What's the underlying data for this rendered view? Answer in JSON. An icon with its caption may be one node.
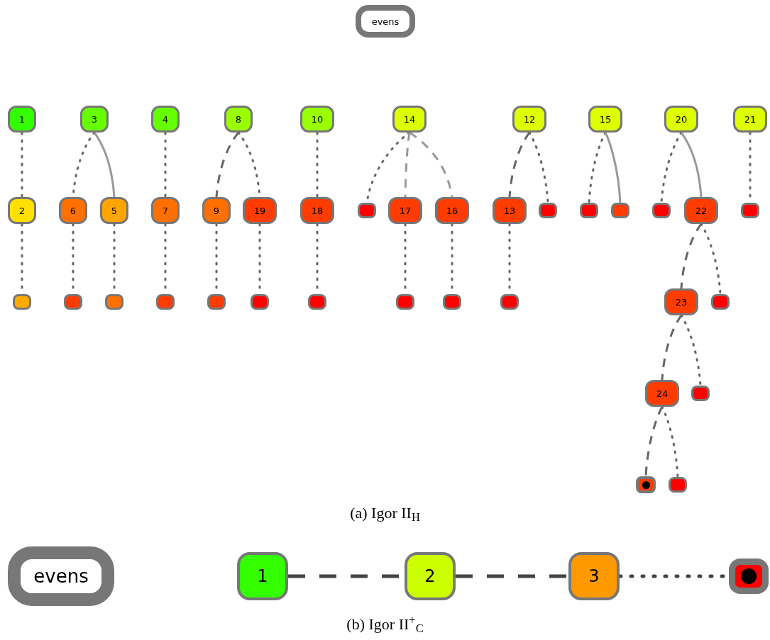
{
  "diagram": {
    "nodes": [
      {
        "text": [
          "evens"
        ]
      },
      {
        "text": [
          "1"
        ]
      },
      {
        "text": [
          "3"
        ]
      },
      {
        "text": [
          "4"
        ]
      },
      {
        "text": [
          "8"
        ]
      },
      {
        "text": [
          "10"
        ]
      },
      {
        "text": [
          "14"
        ]
      },
      {
        "text": [
          "12"
        ]
      },
      {
        "text": [
          "15"
        ]
      },
      {
        "text": [
          "20"
        ]
      },
      {
        "text": [
          "21"
        ]
      },
      {
        "text": [
          "2"
        ]
      },
      {
        "text": [
          "6"
        ]
      },
      {
        "text": [
          "5"
        ]
      },
      {
        "text": [
          "7"
        ]
      },
      {
        "text": [
          "9"
        ]
      },
      {
        "text": [
          "19"
        ]
      },
      {
        "text": [
          "18"
        ]
      },
      {
        "text": [],
        "shape": "box"
      },
      {
        "text": [
          "17"
        ]
      },
      {
        "text": [
          "16"
        ]
      },
      {
        "text": [
          "13"
        ]
      },
      {
        "text": [],
        "shape": "box"
      },
      {
        "text": [],
        "shape": "box"
      },
      {
        "text": [],
        "shape": "box"
      },
      {
        "text": [],
        "shape": "box"
      },
      {
        "text": [
          "22"
        ]
      },
      {
        "text": [],
        "shape": "box"
      },
      {
        "text": [],
        "shape": "box"
      },
      {
        "text": [],
        "shape": "box"
      },
      {
        "text": [],
        "shape": "box"
      },
      {
        "text": [],
        "shape": "box"
      },
      {
        "text": [],
        "shape": "box"
      },
      {
        "text": [],
        "shape": "box"
      },
      {
        "text": [],
        "shape": "box"
      },
      {
        "text": [],
        "shape": "box"
      },
      {
        "text": [],
        "shape": "box"
      },
      {
        "text": [],
        "shape": "box"
      },
      {
        "text": [
          "23"
        ]
      },
      {
        "text": [],
        "shape": "box"
      },
      {
        "text": [
          "24"
        ]
      },
      {
        "text": [],
        "shape": "box"
      },
      {
        "text": [],
        "shape": "box"
      },
      {
        "text": [],
        "shape": "box"
      },
      {
        "text": [
          "evens"
        ]
      },
      {
        "text": [
          "1"
        ]
      },
      {
        "text": [
          "2"
        ]
      },
      {
        "text": [
          "3"
        ]
      },
      {
        "text": [],
        "shape": "box"
      }
    ],
    "edges": [
      {
        "from": 1,
        "to": 11,
        "arrow": "none",
        "style": "dashed"
      },
      {
        "from": 2,
        "to": 12,
        "arrow": "none",
        "style": "dashed"
      },
      {
        "from": 2,
        "to": 13,
        "arrow": "none",
        "color": "#999999"
      },
      {
        "from": 3,
        "to": 14,
        "arrow": "none",
        "style": "dashed"
      },
      {
        "from": 4,
        "to": 15,
        "arrow": "none",
        "style": "dashed"
      },
      {
        "from": 4,
        "to": 16,
        "arrow": "none",
        "style": "dashed"
      },
      {
        "from": 5,
        "to": 17,
        "arrow": "none",
        "style": "dashed"
      },
      {
        "from": 6,
        "to": 18,
        "arrow": "none",
        "style": "dashed"
      },
      {
        "from": 6,
        "to": 19,
        "arrow": "none",
        "style": "dashed",
        "color": "#999999"
      },
      {
        "from": 6,
        "to": 20,
        "arrow": "none",
        "style": "dashed",
        "color": "#999999"
      },
      {
        "from": 7,
        "to": 21,
        "arrow": "none",
        "style": "dashed"
      },
      {
        "from": 7,
        "to": 22,
        "arrow": "none",
        "style": "dashed"
      },
      {
        "from": 8,
        "to": 23,
        "arrow": "none",
        "style": "dashed"
      },
      {
        "from": 8,
        "to": 24,
        "arrow": "none",
        "color": "#999999"
      },
      {
        "from": 9,
        "to": 25,
        "arrow": "none",
        "style": "dashed"
      },
      {
        "from": 9,
        "to": 26,
        "arrow": "none",
        "color": "#999999"
      },
      {
        "from": 10,
        "to": 27,
        "arrow": "none",
        "style": "dashed"
      },
      {
        "from": 11,
        "to": 28,
        "arrow": "none",
        "style": "dashed"
      },
      {
        "from": 12,
        "to": 29,
        "arrow": "none",
        "style": "dashed"
      },
      {
        "from": 13,
        "to": 30,
        "arrow": "none",
        "style": "dashed"
      },
      {
        "from": 14,
        "to": 31,
        "arrow": "none",
        "style": "dashed"
      },
      {
        "from": 15,
        "to": 32,
        "arrow": "none",
        "style": "dashed"
      },
      {
        "from": 16,
        "to": 33,
        "arrow": "none",
        "style": "dashed"
      },
      {
        "from": 17,
        "to": 34,
        "arrow": "none",
        "style": "dashed"
      },
      {
        "from": 19,
        "to": 35,
        "arrow": "none",
        "style": "dashed"
      },
      {
        "from": 20,
        "to": 36,
        "arrow": "none",
        "style": "dashed"
      },
      {
        "from": 21,
        "to": 37,
        "arrow": "none",
        "style": "dashed"
      },
      {
        "from": 26,
        "to": 38,
        "arrow": "none",
        "style": "dashed"
      },
      {
        "from": 26,
        "to": 39,
        "arrow": "none",
        "style": "dashed"
      },
      {
        "from": 38,
        "to": 40,
        "arrow": "none",
        "style": "dashed"
      },
      {
        "from": 38,
        "to": 41,
        "arrow": "none",
        "style": "dashed"
      },
      {
        "from": 40,
        "to": 42,
        "arrow": "none",
        "style": "dashed"
      },
      {
        "from": 40,
        "to": 43,
        "arrow": "none",
        "style": "dashed"
      },
      {
        "from": 45,
        "to": 46,
        "arrow": "none",
        "style": "dashed",
        "color": "#444444"
      },
      {
        "from": 46,
        "to": 47,
        "arrow": "none",
        "style": "dashed",
        "color": "#444444"
      },
      {
        "from": 47,
        "to": 48,
        "arrow": "none",
        "style": "dashed",
        "color": "#444444"
      }
    ],
    "labels": [
      "(a) Igor II$_{H}$",
      "(b) Igor II$^{+}$$_{C}$"
    ]
  }
}
